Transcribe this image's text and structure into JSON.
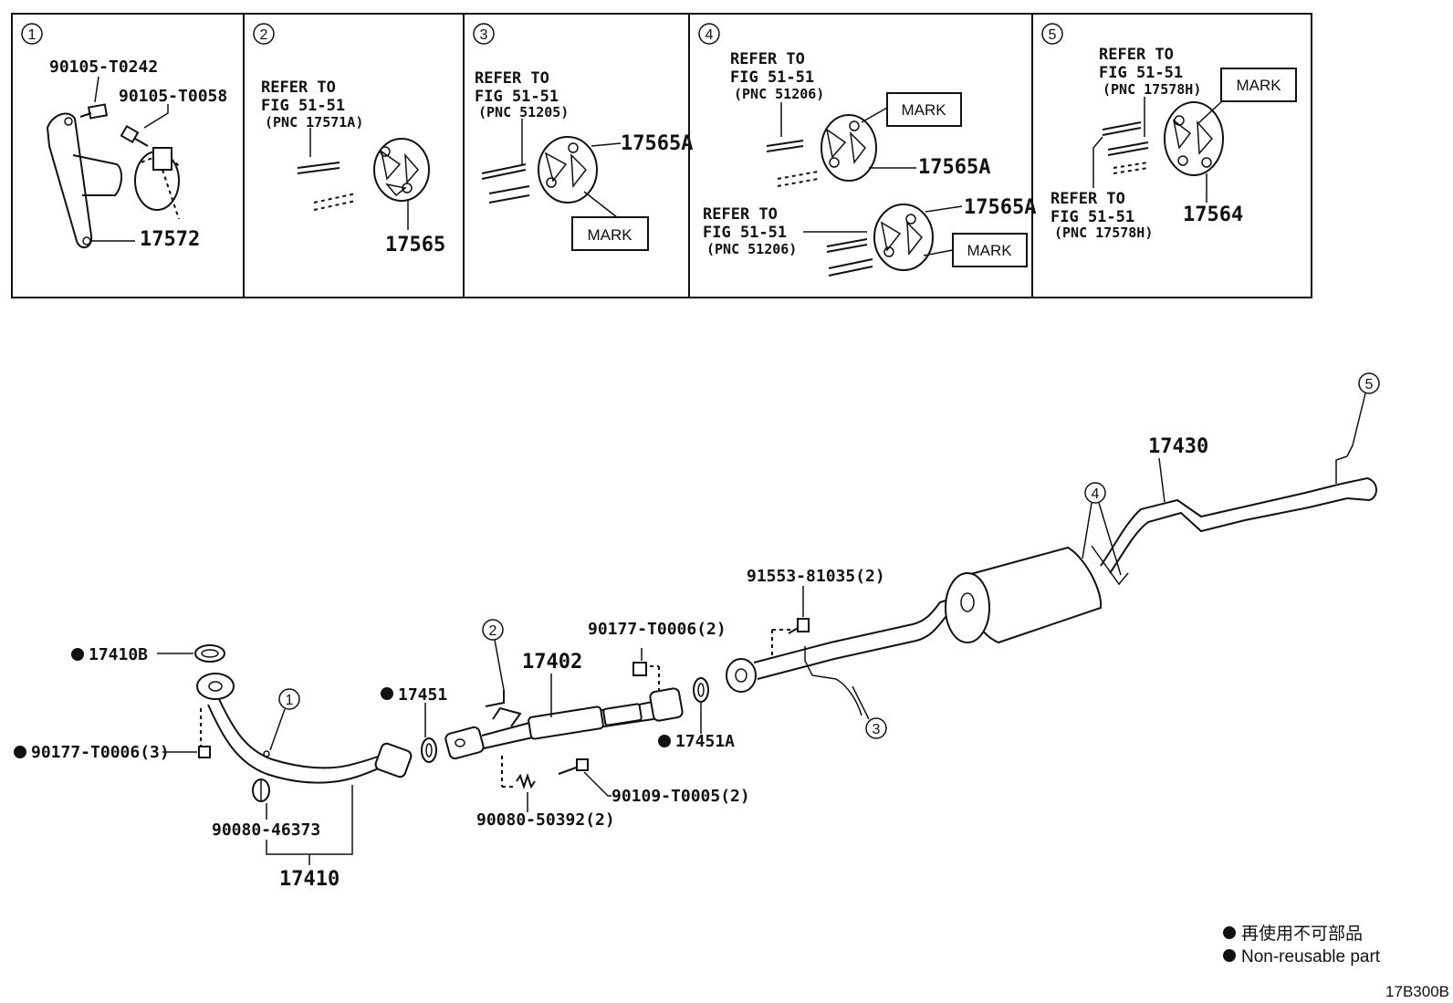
{
  "panels": [
    {
      "number": "1",
      "callouts": [
        "90105-T0242",
        "90105-T0058",
        "17572"
      ]
    },
    {
      "number": "2",
      "refer_lines": [
        "REFER TO",
        "FIG 51-51",
        "(PNC 17571A)"
      ],
      "part": "17565"
    },
    {
      "number": "3",
      "refer_lines": [
        "REFER TO",
        "FIG 51-51",
        "(PNC 51205)"
      ],
      "part": "17565A",
      "mark": "MARK"
    },
    {
      "number": "4",
      "refer_top": [
        "REFER TO",
        "FIG 51-51",
        "(PNC 51206)"
      ],
      "refer_bottom": [
        "REFER TO",
        "FIG 51-51",
        "(PNC 51206)"
      ],
      "part_top": "17565A",
      "part_bottom": "17565A",
      "mark": "MARK"
    },
    {
      "number": "5",
      "refer_top": [
        "REFER TO",
        "FIG 51-51",
        "(PNC 17578H)"
      ],
      "refer_bottom": [
        "REFER TO",
        "FIG 51-51",
        "(PNC 17578H)"
      ],
      "part": "17564",
      "mark": "MARK"
    }
  ],
  "main": {
    "labels": {
      "p17410B": "17410B",
      "p90177_3": "90177-T0006(3)",
      "p90080_46373": "90080-46373",
      "p17410": "17410",
      "p17451": "17451",
      "p17402": "17402",
      "p90177_2": "90177-T0006(2)",
      "p17451A": "17451A",
      "p90080_50392": "90080-50392(2)",
      "p90109": "90109-T0005(2)",
      "p91553": "91553-81035(2)",
      "p17430": "17430"
    },
    "callout_circles": {
      "c1": "1",
      "c2": "2",
      "c3": "3",
      "c4": "4",
      "c5": "5"
    }
  },
  "legend": {
    "line_jp": "再使用不可部品",
    "line_en": "Non-reusable part"
  },
  "diagram_code": "17B300B"
}
